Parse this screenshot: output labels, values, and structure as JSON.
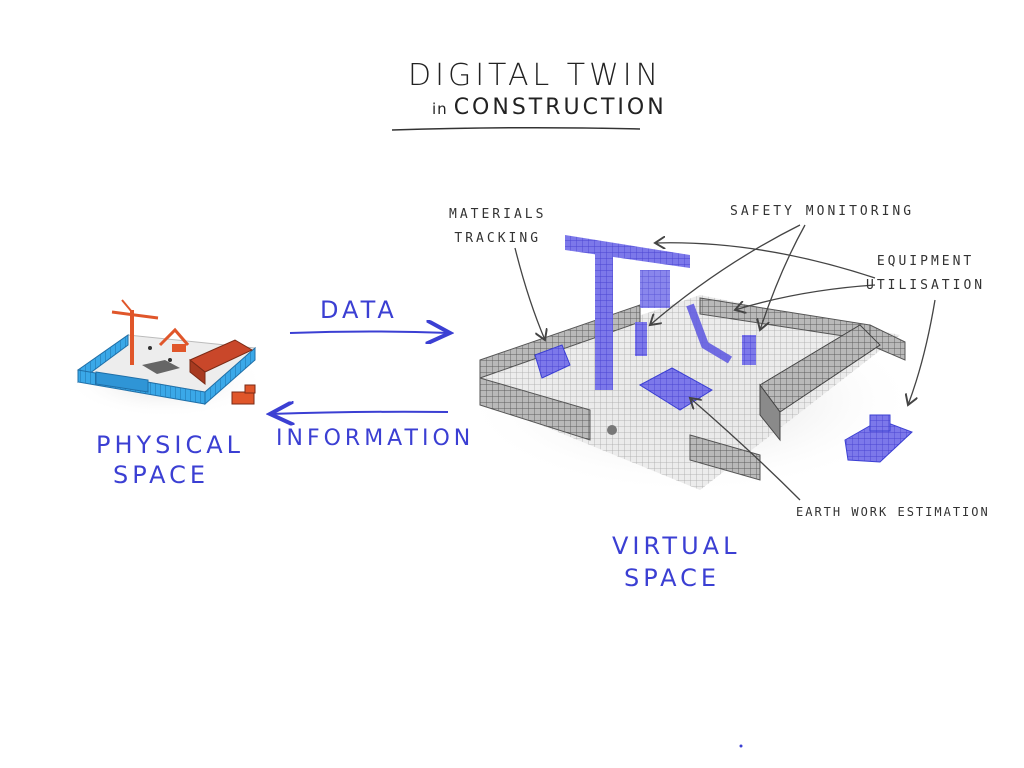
{
  "title": {
    "line1": "DIGITAL TWIN",
    "line2_prefix": "in",
    "line2_main": "CONSTRUCTION"
  },
  "labels": {
    "physical_space": [
      "PHYSICAL",
      "SPACE"
    ],
    "virtual_space": [
      "VIRTUAL",
      "SPACE"
    ],
    "data_arrow": "DATA",
    "information_arrow": "INFORMATION"
  },
  "annotations": {
    "materials_tracking": [
      "MATERIALS",
      "TRACKING"
    ],
    "safety_monitoring": "SAFETY MONITORING",
    "equipment_utilisation": [
      "EQUIPMENT",
      "UTILISATION"
    ],
    "earthwork_estimation": "EARTH WORK ESTIMATION"
  },
  "colors": {
    "ink": "#222222",
    "accent_blue": "#3b3fd3",
    "site_fence": "#2a9fe0",
    "site_crane": "#e0562a",
    "virtual_gray": "#8a8a8a",
    "virtual_highlight": "#5a55e0"
  }
}
